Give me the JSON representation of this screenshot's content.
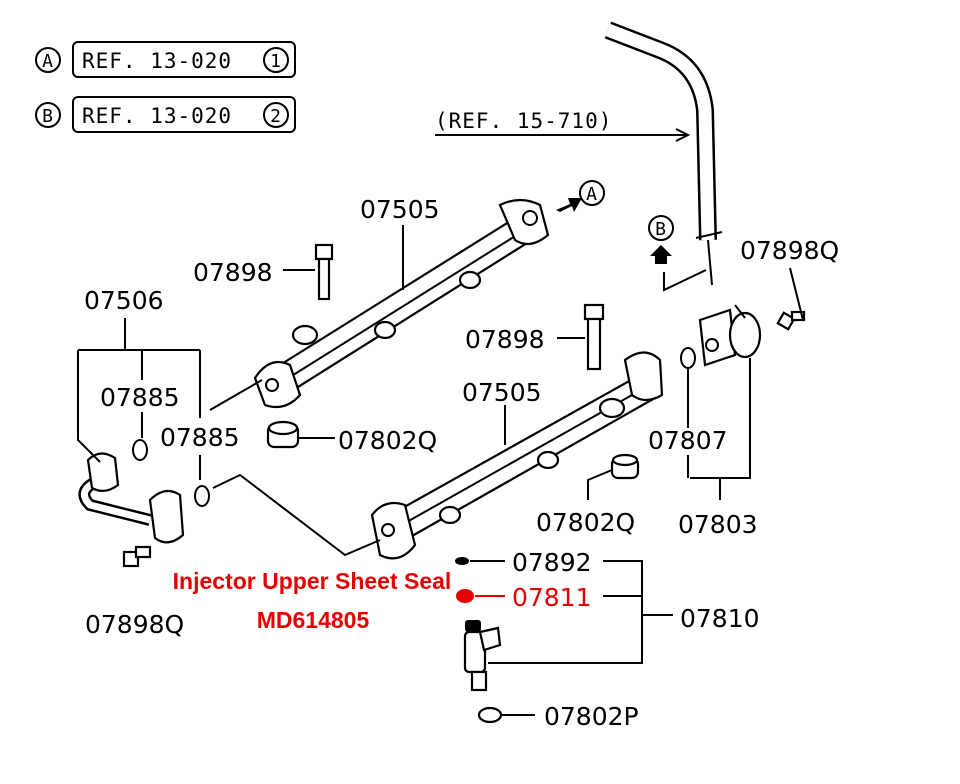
{
  "refs": [
    {
      "marker": "A",
      "label": "REF. 13-020",
      "num": "1"
    },
    {
      "marker": "B",
      "label": "REF. 13-020",
      "num": "2"
    }
  ],
  "ref_pipe": "(REF. 15-710)",
  "arrow_markers": {
    "a": "A",
    "b": "B"
  },
  "parts": {
    "rail_upper": "07505",
    "rail_lower": "07505",
    "bolt_upper": "07898",
    "bolt_lower": "07898",
    "pipe": "07506",
    "oring_left": "07885",
    "oring_right": "07885",
    "insulator_upper": "07802Q",
    "insulator_lower": "07802Q",
    "regulator_bolt": "07898Q",
    "pipe_bolt": "07898Q",
    "regulator_oring": "07807",
    "regulator": "07803",
    "injector_oring": "07892",
    "upper_seal": "07811",
    "injector": "07810",
    "lower_insulator": "07802P"
  },
  "annotation": {
    "title": "Injector Upper Sheet Seal",
    "part_number": "MD614805",
    "color": "#e60000"
  }
}
